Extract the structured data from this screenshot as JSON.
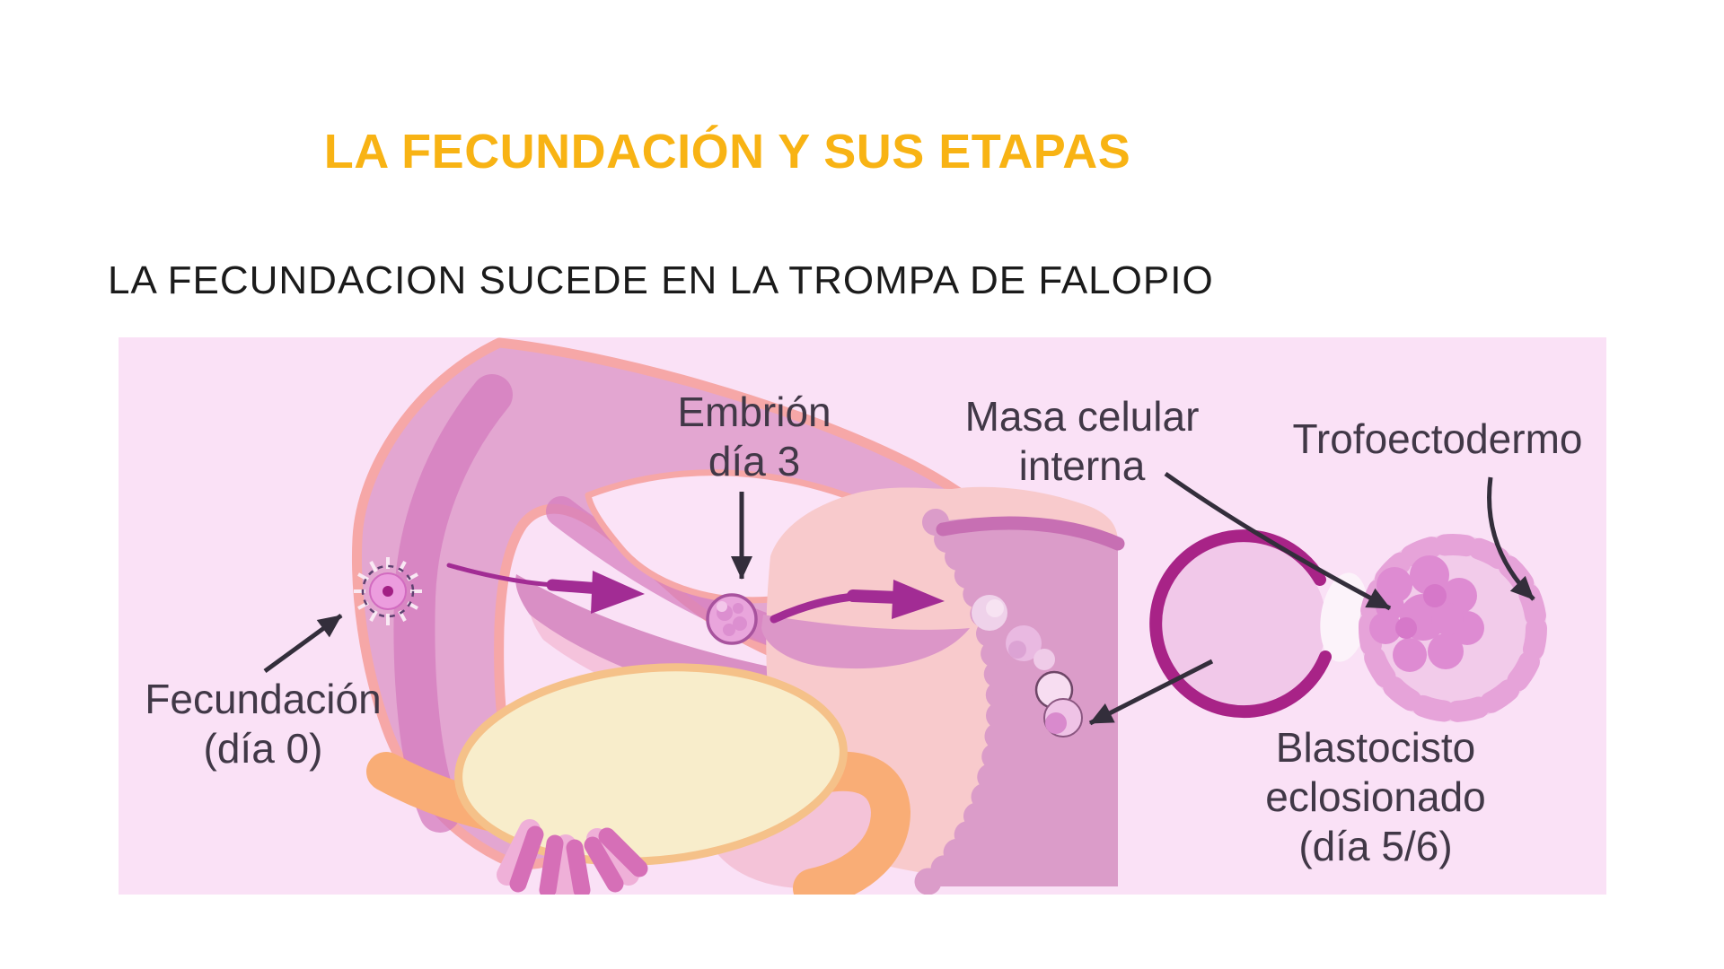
{
  "slide": {
    "title": "LA FECUNDACIÓN Y SUS ETAPAS",
    "subtitle": "LA FECUNDACION SUCEDE EN LA TROMPA DE FALOPIO"
  },
  "diagram": {
    "labels": {
      "embryo_day3": {
        "line1": "Embrión",
        "line2": "día 3"
      },
      "inner_cell_mass": {
        "line1": "Masa celular",
        "line2": "interna"
      },
      "trophectoderm": "Trofoectodermo",
      "fertilization": {
        "line1": "Fecundación",
        "line2": "(día 0)"
      },
      "hatched_blastocyst": {
        "line1": "Blastocisto",
        "line2": "eclosionado",
        "line3": "(día 5/6)"
      }
    },
    "colors": {
      "title_gold": "#F8B314",
      "subtitle_text": "#1b1b1b",
      "diagram_background": "#FAE1F6",
      "label_text": "#413847",
      "pointer_arrow": "#332E3B",
      "tube_pink": "#E3A6D1",
      "tube_rim_salmon": "#F6A7A7",
      "tube_core_pink": "#D47BBE",
      "fimbriae_pink": "#D66FB7",
      "transport_arrow_magenta": "#A22C94",
      "uterus_pale": "#F8CACC",
      "uterine_wall": "#DB9CC9",
      "wall_stripe": "#C76FB3",
      "ovary_cream": "#F8EDCB",
      "ovary_rim": "#F5C189",
      "ligament_orange": "#F9AD76",
      "zona_ring_magenta": "#A82387",
      "blastocyst_fill": "#F2CBEA",
      "blastocyst_cells": "#E6A3D9",
      "inner_mass_pink": "#DE8BD2",
      "egg_pink": "#EC9DDE",
      "egg_nucleus": "#A21F84"
    }
  }
}
